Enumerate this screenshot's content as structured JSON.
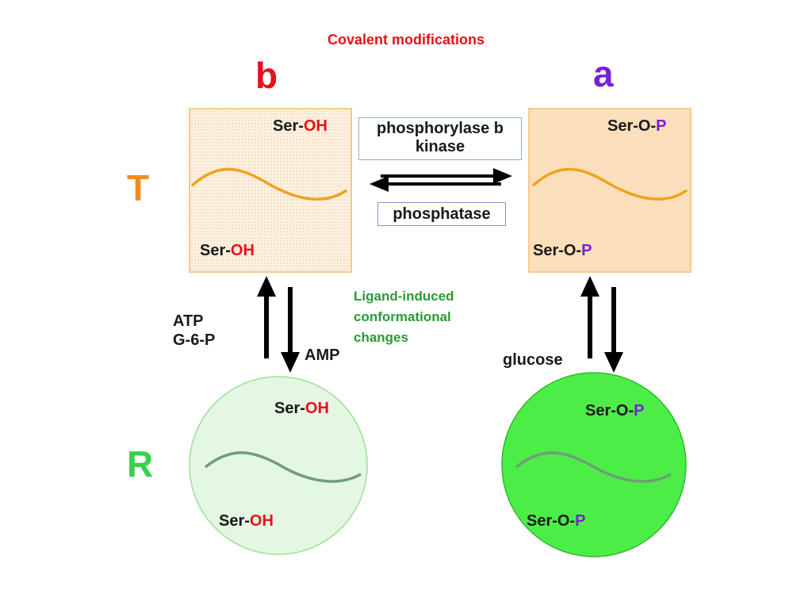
{
  "title": "Covalent modifications",
  "labels": {
    "b": "b",
    "a": "a",
    "T": "T",
    "R": "R"
  },
  "ser": {
    "prefix": "Ser-",
    "prefix_p": "Ser-O-",
    "oh": "OH",
    "p": "P"
  },
  "enzymes": {
    "kinase_line1": "phosphorylase b",
    "kinase_line2": "kinase",
    "phosphatase": "phosphatase"
  },
  "effectors": {
    "atp": "ATP",
    "g6p": "G-6-P",
    "amp": "AMP",
    "glucose": "glucose"
  },
  "ligand_note": {
    "line1": "Ligand-induced",
    "line2": "conformational",
    "line3": "changes"
  },
  "colors": {
    "title": "#e8101a",
    "label_b": "#e8101a",
    "label_a": "#7a1fd6",
    "label_T": "#f28c1e",
    "label_R": "#38d24a",
    "oh": "#e8101a",
    "p": "#7a1fd6",
    "chain_T": "#f0a21e",
    "chain_R": "#6e9e78",
    "circle_b": "#e4f7e2",
    "circle_a": "#4ded48",
    "note": "#2a9a35"
  }
}
